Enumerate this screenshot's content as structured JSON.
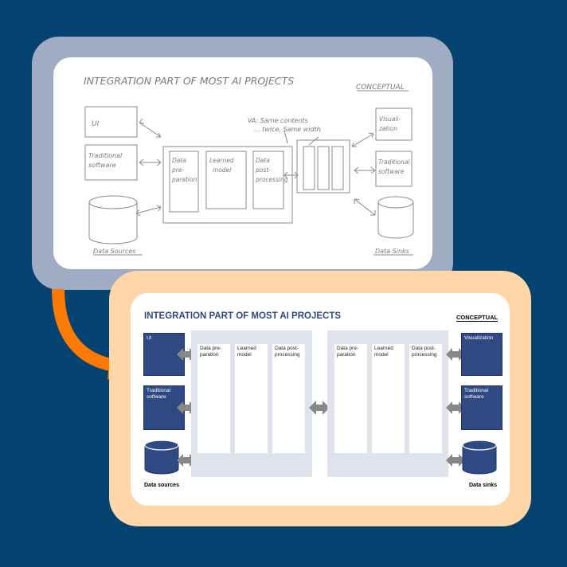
{
  "sketch": {
    "title": "INTEGRATION PART OF MOST AI PROJECTS",
    "badge": "CONCEPTUAL",
    "note_line1": "VA: Same contents",
    "note_line2": "... twice, Same width",
    "left_boxes": [
      "UI",
      "Traditional",
      "software"
    ],
    "columns": [
      [
        "Data",
        "pre-",
        "paration"
      ],
      [
        "Learned",
        "model"
      ],
      [
        "Data",
        "post-",
        "processing"
      ]
    ],
    "right_boxes": [
      "Visuali-",
      "zation",
      "Traditional",
      "software"
    ],
    "sources_label": "Data Sources",
    "sinks_label": "Data Sinks"
  },
  "slide": {
    "title": "INTEGRATION PART OF MOST AI PROJECTS",
    "badge": "CONCEPTUAL",
    "left_ui": "UI",
    "left_software": "Traditional software",
    "right_viz": "Visualization",
    "right_software": "Traditional software",
    "columns_left": [
      "Data pre-paration",
      "Learned model",
      "Data post-processing"
    ],
    "columns_right": [
      "Data pre-paration",
      "Learned model",
      "Data post-processing"
    ],
    "sources_label": "Data sources",
    "sinks_label": "Data sinks"
  },
  "colors": {
    "background": "#044370",
    "sketch_frame": "#a0abc4",
    "final_frame": "#ffd6a8",
    "navy": "#2f4a82",
    "panel": "#dfe3eb",
    "arrow_grey": "#888888",
    "orange_arrow": "#ff7a00"
  }
}
